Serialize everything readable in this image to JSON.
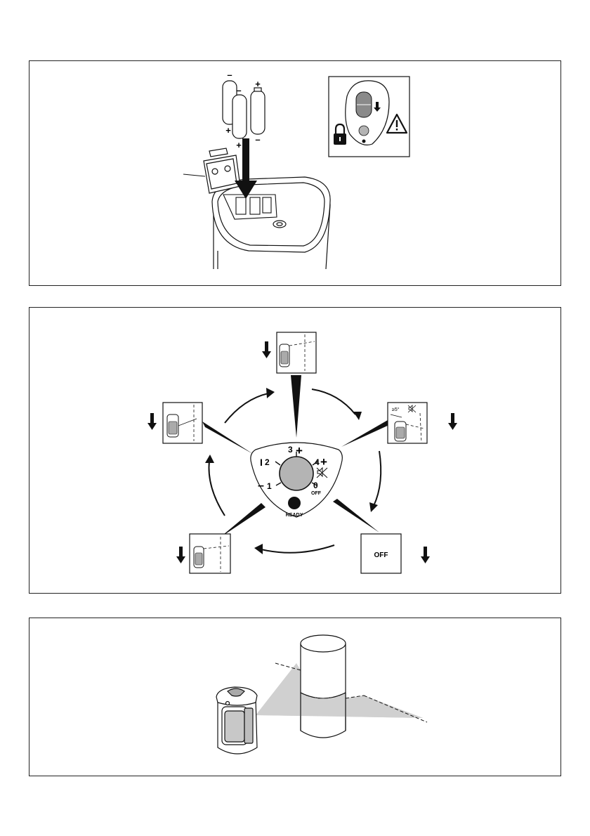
{
  "panel1": {
    "battery_signs": {
      "minus": "–",
      "plus": "+"
    }
  },
  "dial": {
    "labels": [
      "3",
      "+",
      "2",
      "4",
      "+",
      "1",
      "0",
      "OFF"
    ],
    "pos1": "1",
    "pos2": "2",
    "pos3": "3",
    "pos4": "4",
    "pos0": "0",
    "plus": "+",
    "minus": "–",
    "off": "OFF",
    "ready": "READY"
  },
  "mode_boxes": {
    "off_label": "OFF"
  },
  "tilt": {
    "angle": "≥5°"
  },
  "colors": {
    "line": "#111111",
    "dial_fill": "#b4b4b4",
    "shade": "#d0d0d0"
  }
}
